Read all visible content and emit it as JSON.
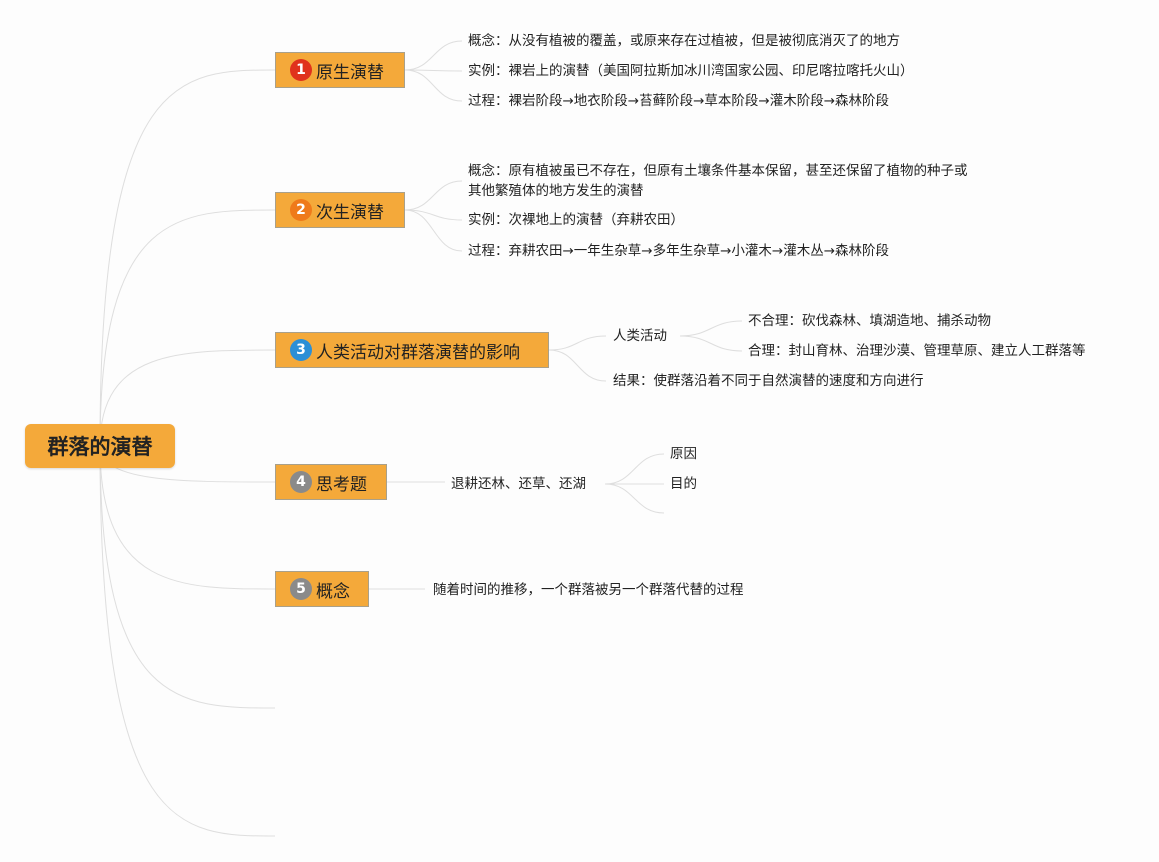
{
  "root": {
    "label": "群落的演替"
  },
  "branches": [
    {
      "number": "1",
      "label": "原生演替",
      "badge_color": "#e0321c",
      "children": [
        "概念：从没有植被的覆盖，或原来存在过植被，但是被彻底消灭了的地方",
        "实例：裸岩上的演替（美国阿拉斯加冰川湾国家公园、印尼喀拉喀托火山）",
        "过程：裸岩阶段→地衣阶段→苔藓阶段→草本阶段→灌木阶段→森林阶段"
      ]
    },
    {
      "number": "2",
      "label": "次生演替",
      "badge_color": "#ef7a1a",
      "children": [
        "概念：原有植被虽已不存在，但原有土壤条件基本保留，甚至还保留了植物的种子或其他繁殖体的地方发生的演替",
        "实例：次裸地上的演替（弃耕农田）",
        "过程：弃耕农田→一年生杂草→多年生杂草→小灌木→灌木丛→森林阶段"
      ]
    },
    {
      "number": "3",
      "label": "人类活动对群落演替的影响",
      "badge_color": "#2b8fd6",
      "children": [
        {
          "label": "人类活动",
          "children": [
            "不合理：砍伐森林、填湖造地、捕杀动物",
            "合理：封山育林、治理沙漠、管理草原、建立人工群落等"
          ]
        },
        "结果：使群落沿着不同于自然演替的速度和方向进行"
      ]
    },
    {
      "number": "4",
      "label": "思考题",
      "badge_color": "#8a8a8a",
      "children": [
        {
          "label": "退耕还林、还草、还湖",
          "children": [
            "原因",
            "目的",
            ""
          ]
        }
      ]
    },
    {
      "number": "5",
      "label": "概念",
      "badge_color": "#8a8a8a",
      "children": [
        "随着时间的推移，一个群落被另一个群落代替的过程"
      ]
    }
  ],
  "colors": {
    "node_fill": "#f4a93a",
    "line": "#dedede"
  }
}
